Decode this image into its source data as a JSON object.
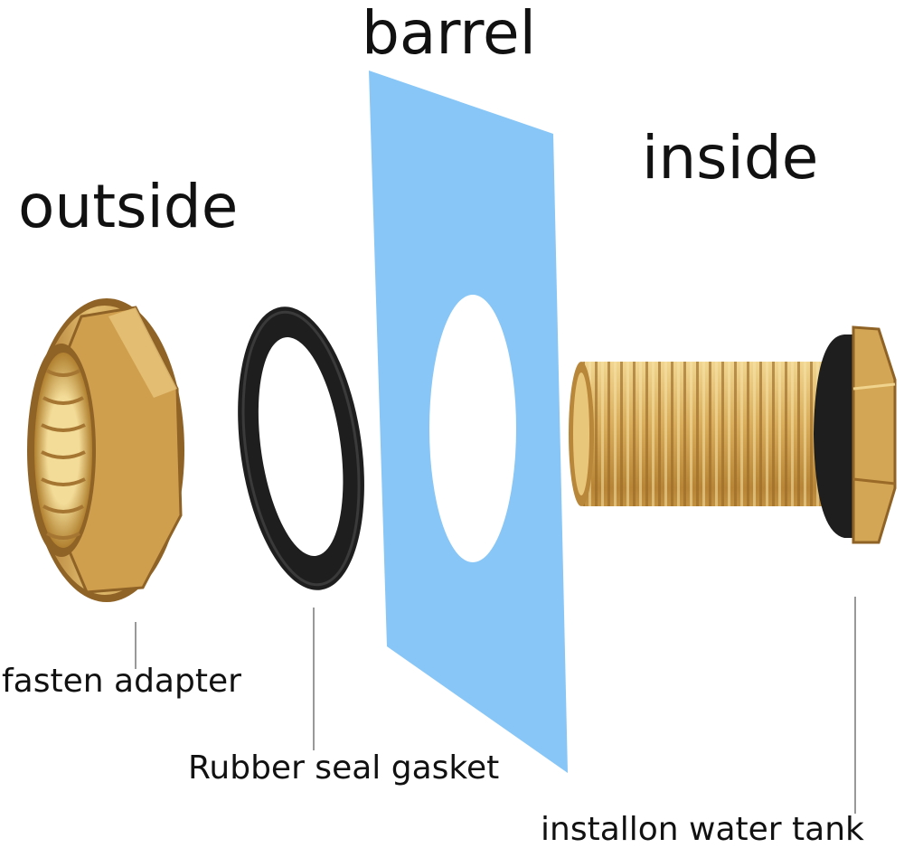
{
  "labels": {
    "barrel": "barrel",
    "outside": "outside",
    "inside": "inside",
    "fasten_adapter": "fasten adapter",
    "rubber_seal_gasket": "Rubber seal gasket",
    "installon_water_tank": "installon water tank"
  },
  "colors": {
    "barrel_panel": "#87c6f6",
    "brass_light": "#e9c77a",
    "brass_mid": "#c99a45",
    "brass_dark": "#8f6226",
    "rubber": "#1e1e1e",
    "leader_line": "#999999"
  },
  "icons": [
    "hex-lock-nut",
    "rubber-gasket",
    "barrel-wall",
    "threaded-bulkhead-fitting"
  ]
}
